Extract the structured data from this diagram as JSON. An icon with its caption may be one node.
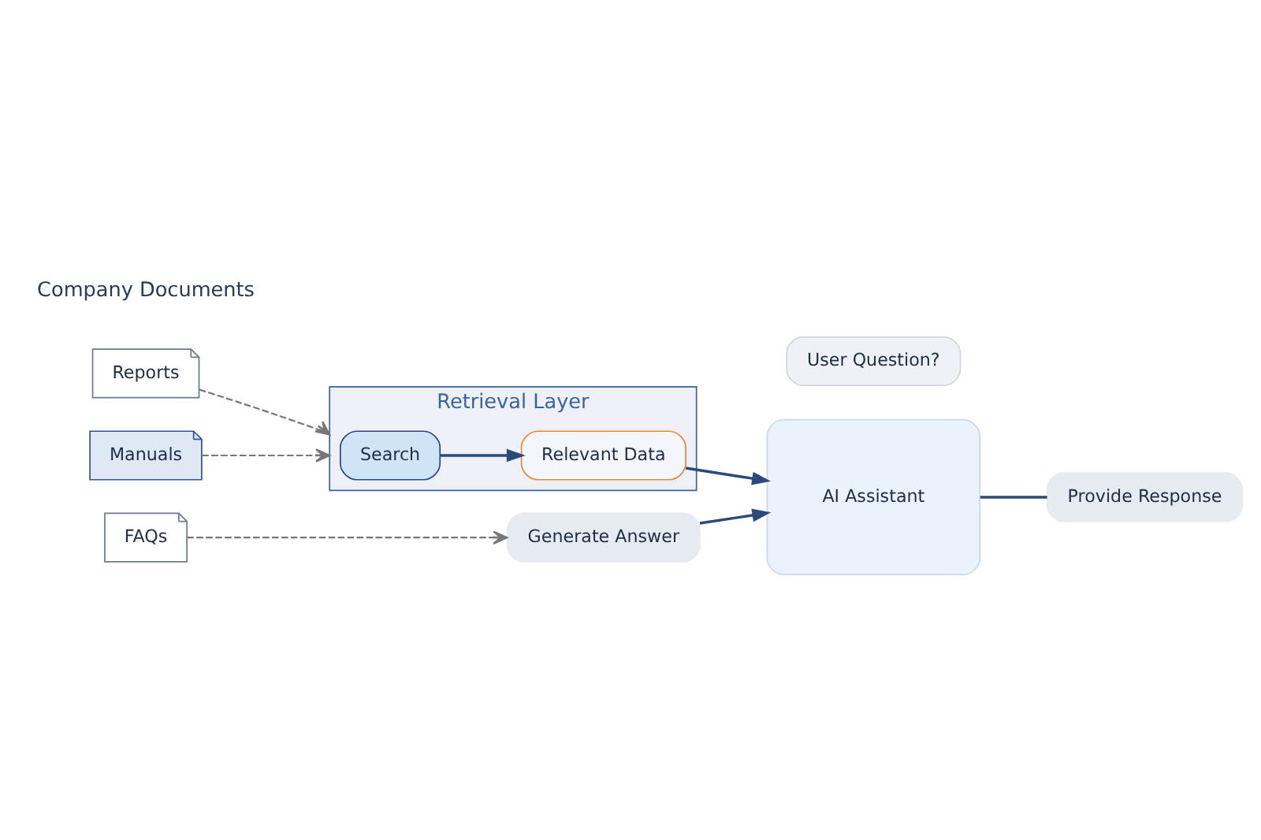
{
  "diagram": {
    "nodes": [
      {
        "text": [
          "Reports"
        ]
      },
      {
        "text": [
          "Manuals"
        ]
      },
      {
        "text": [
          "FAQs"
        ]
      },
      {
        "text": [
          "Retrieval Layer"
        ]
      },
      {
        "text": [
          "Search"
        ],
        "in": 3
      },
      {
        "text": [
          "Relevant Data"
        ],
        "in": 3
      },
      {
        "text": [
          "Generate Answer"
        ]
      },
      {
        "text": [
          "Provide Response"
        ]
      },
      {
        "text": [
          "User Question?"
        ]
      },
      {
        "text": [
          "AI Assistant"
        ]
      }
    ],
    "edges": [
      {
        "from": 0,
        "to": 3,
        "arrow": "to",
        "style": "dashed",
        "color": "#777777"
      },
      {
        "from": 1,
        "to": 3,
        "arrow": "to",
        "style": "dashed",
        "color": "#777777"
      },
      {
        "from": 2,
        "to": 6,
        "arrow": "to",
        "style": "dashed",
        "color": "#777777"
      },
      {
        "from": 4,
        "to": 5,
        "arrow": "to"
      },
      {
        "from": 5,
        "to": 9,
        "arrow": "to"
      },
      {
        "from": 6,
        "to": 9,
        "arrow": "to"
      },
      {
        "from": 9,
        "to": 7,
        "arrow": "none"
      }
    ],
    "labels": [
      "Company Documents"
    ]
  }
}
